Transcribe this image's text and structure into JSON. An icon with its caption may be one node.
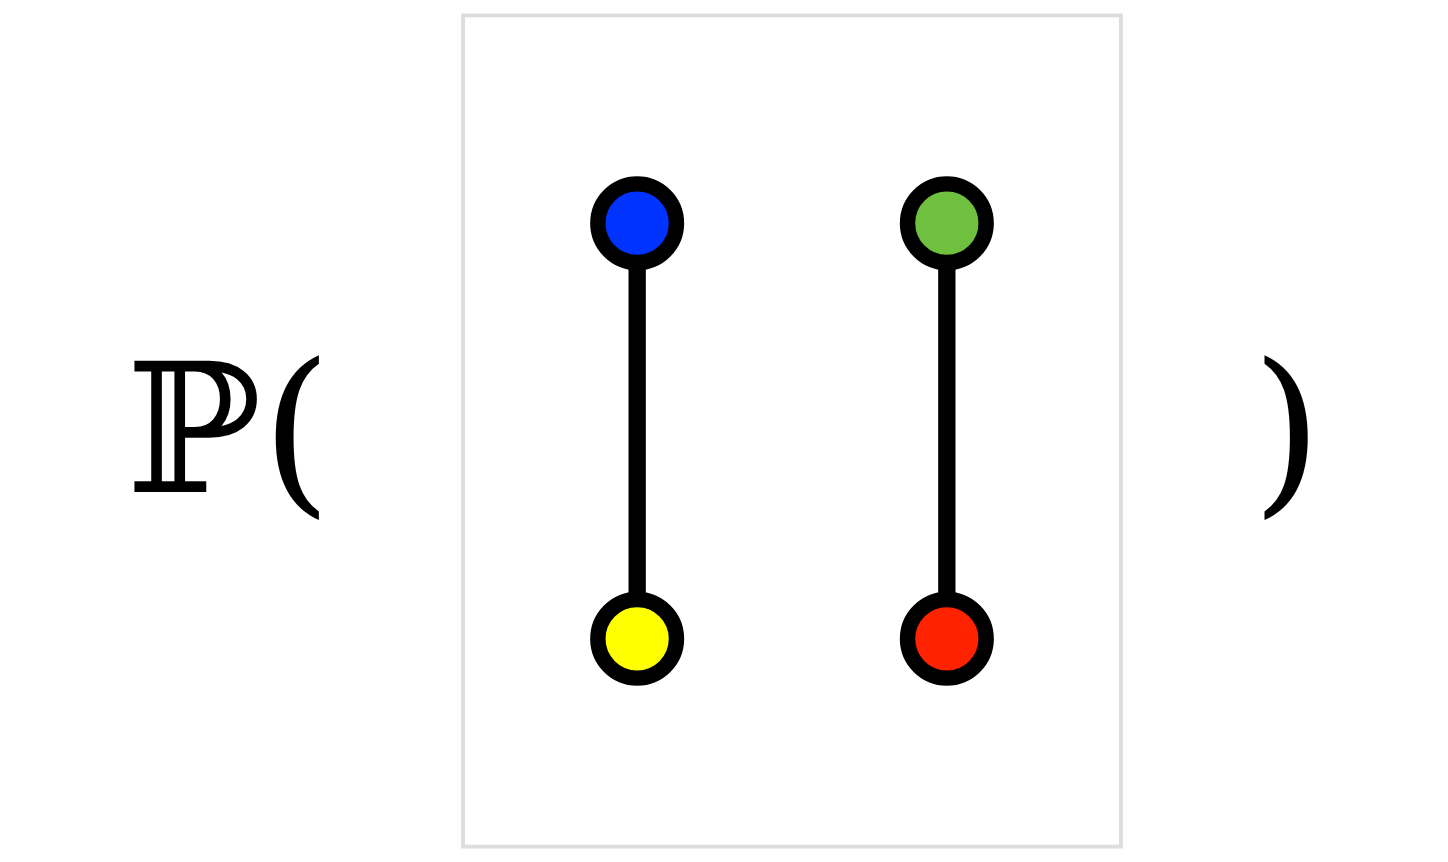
{
  "diagram": {
    "nodes": [
      {
        "text": [],
        "shape": "box"
      },
      {
        "text": [],
        "shape": "circle",
        "in": 0
      },
      {
        "text": [],
        "shape": "circle",
        "in": 0
      },
      {
        "text": [],
        "shape": "circle",
        "in": 0
      },
      {
        "text": [],
        "shape": "circle",
        "in": 0
      }
    ],
    "edges": [
      {
        "from": 1,
        "to": 3,
        "arrow": "none"
      },
      {
        "from": 2,
        "to": 4,
        "arrow": "none"
      }
    ],
    "labels": [
      "ℙ(",
      ")"
    ]
  }
}
